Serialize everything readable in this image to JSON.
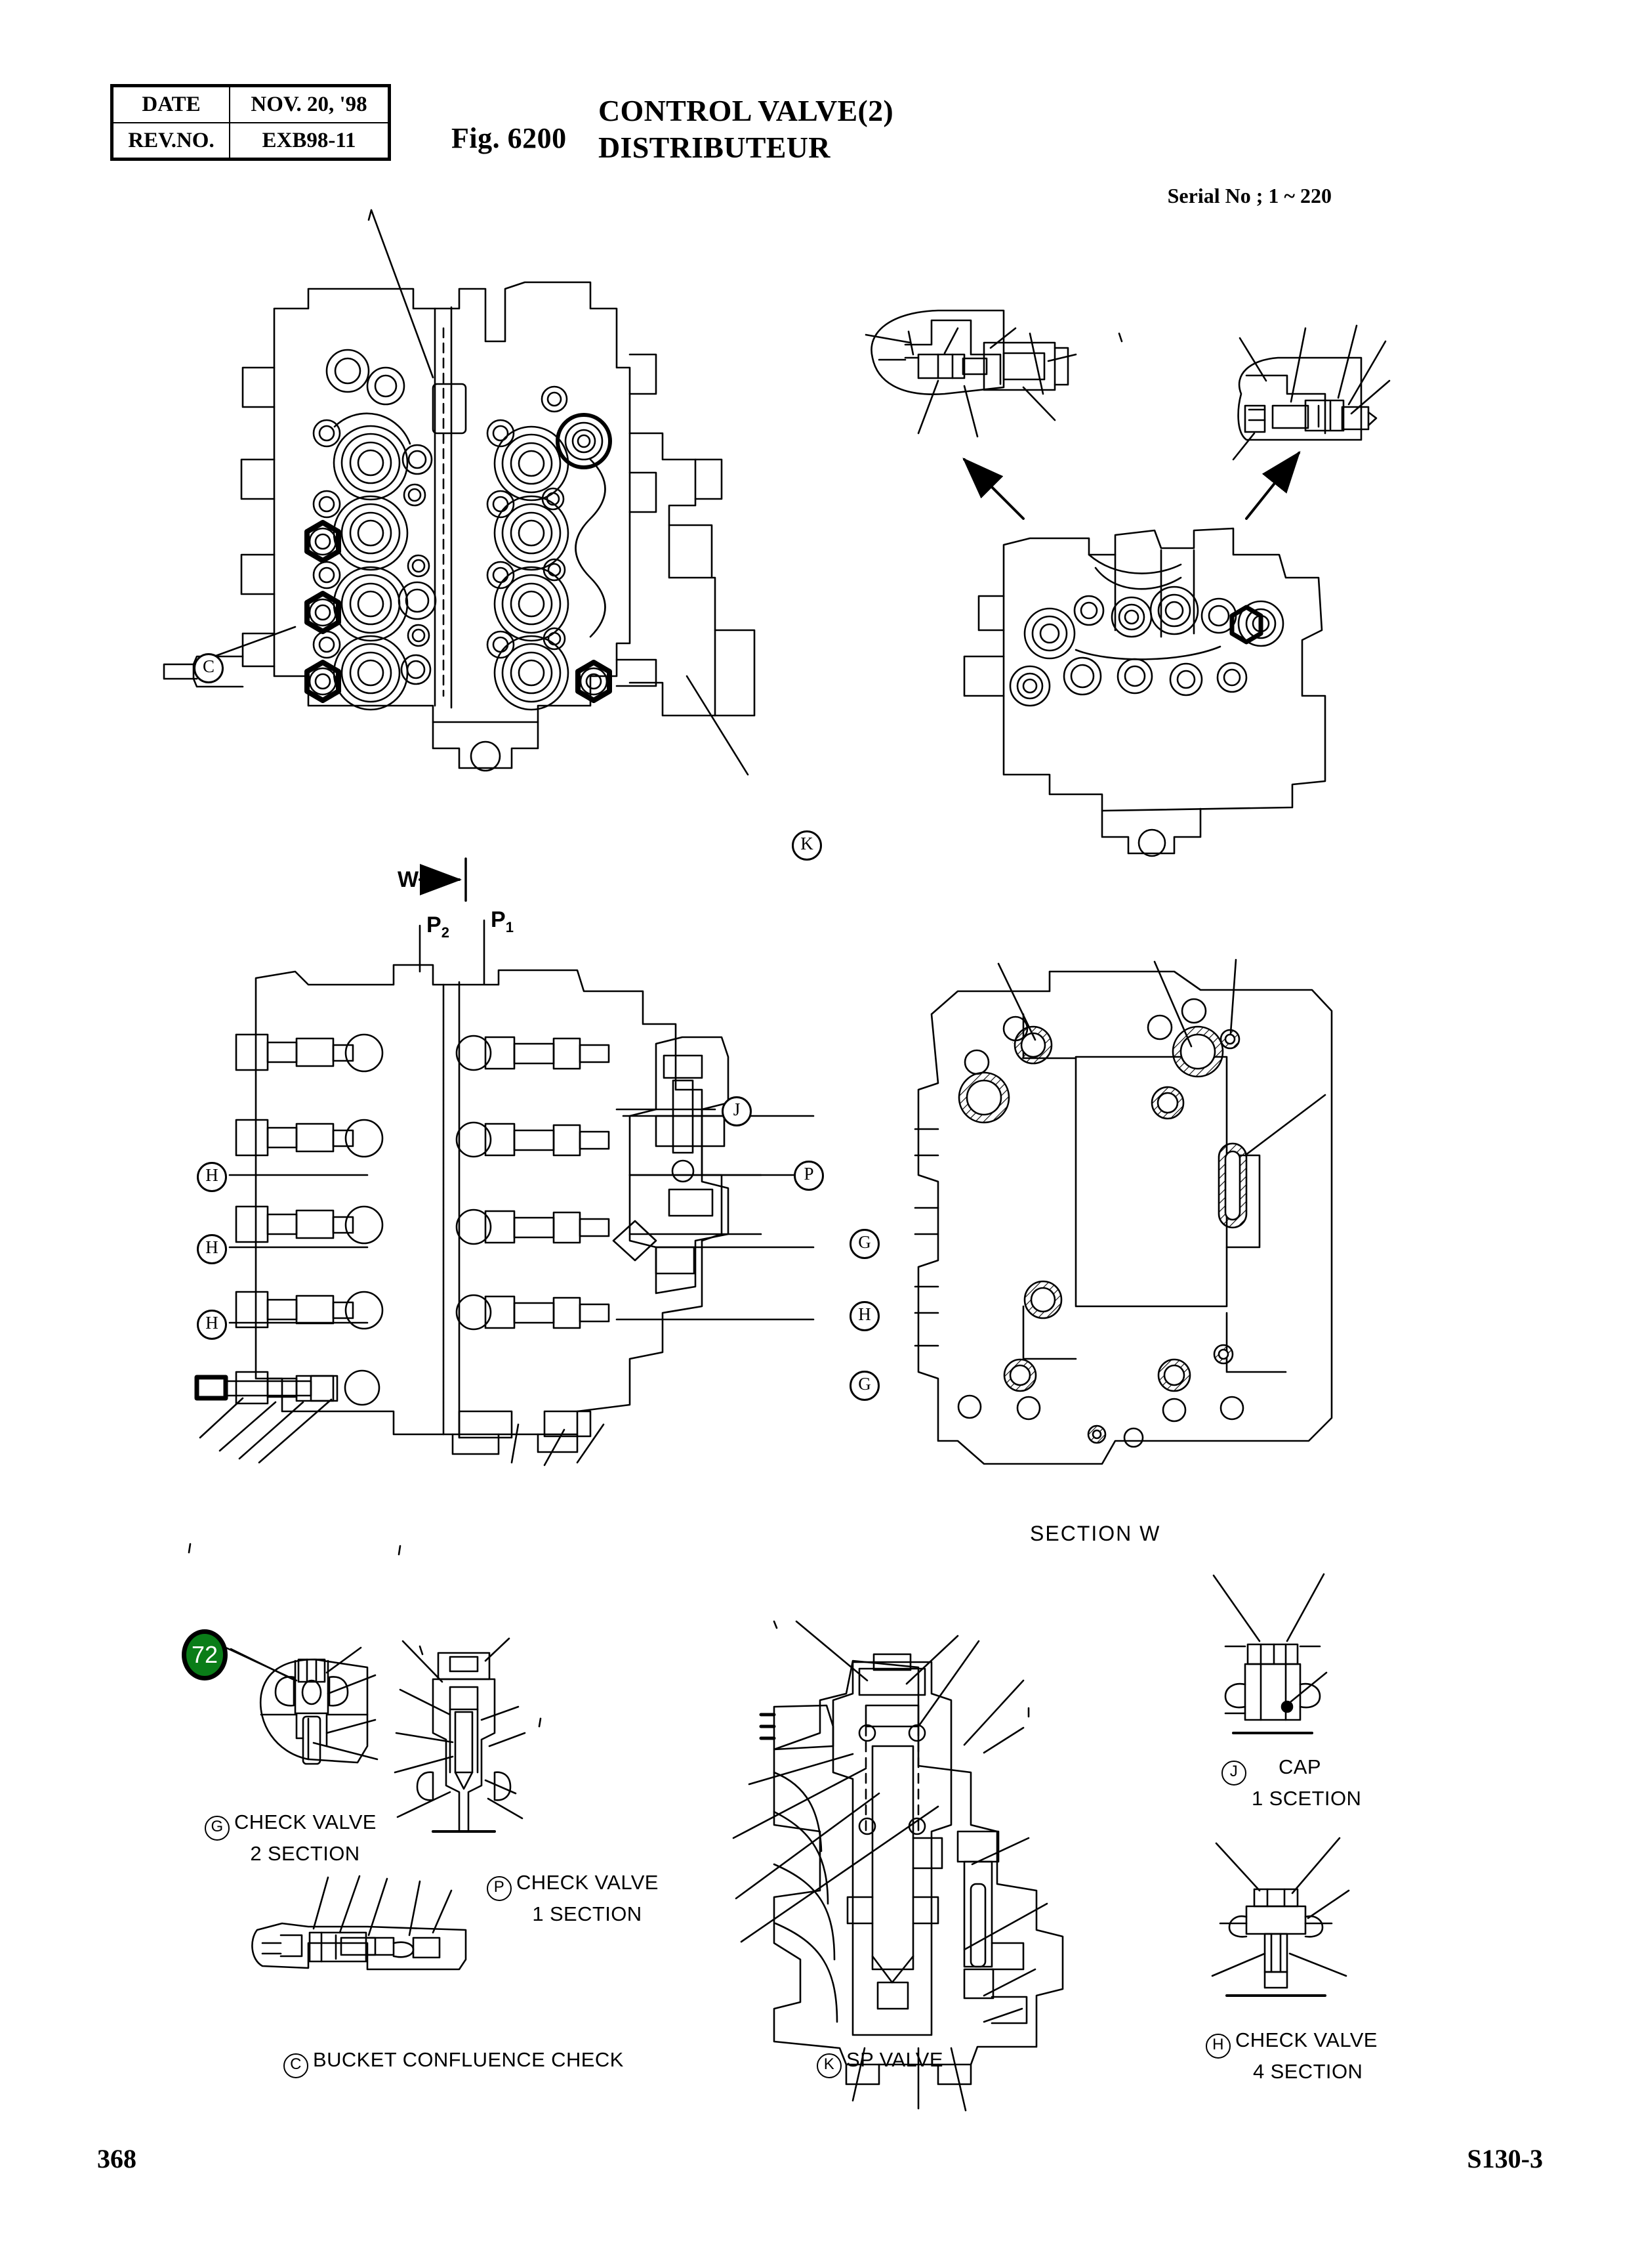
{
  "header": {
    "rows": [
      {
        "label": "DATE",
        "value": "NOV. 20, '98"
      },
      {
        "label": "REV.NO.",
        "value": "EXB98-11"
      }
    ],
    "fig_no": "Fig. 6200",
    "title_en": "CONTROL VALVE(2)",
    "title_fr": "DISTRIBUTEUR",
    "serial": "Serial No ; 1 ~ 220"
  },
  "footer": {
    "page": "368",
    "model": "S130-3"
  },
  "drawing": {
    "section_label": "SECTION  W",
    "view_cut_label": "W",
    "ports": [
      {
        "id": "P2",
        "label": "P",
        "sub": "2"
      },
      {
        "id": "P1",
        "label": "P",
        "sub": "1"
      }
    ],
    "callouts": [
      {
        "ref": "C",
        "name": "callout-c-main-view"
      },
      {
        "ref": "K",
        "name": "callout-k-main-view"
      },
      {
        "ref": "H",
        "name": "callout-h-left-1"
      },
      {
        "ref": "H",
        "name": "callout-h-left-2"
      },
      {
        "ref": "H",
        "name": "callout-h-left-3"
      },
      {
        "ref": "J",
        "name": "callout-j-right"
      },
      {
        "ref": "P",
        "name": "callout-p-right"
      },
      {
        "ref": "G",
        "name": "callout-g-right-1"
      },
      {
        "ref": "H",
        "name": "callout-h-right"
      },
      {
        "ref": "G",
        "name": "callout-g-right-2"
      }
    ],
    "balloon": {
      "number": "72",
      "fill": "#0a7d18",
      "outline": "#000000",
      "text_color": "#ffffff"
    }
  },
  "detail_captions": [
    {
      "name": "detail-check-valve-2-section",
      "ref": "G",
      "line1": "CHECK VALVE",
      "line2": "2 SECTION"
    },
    {
      "name": "detail-check-valve-1-section",
      "ref": "P",
      "line1": "CHECK VALVE",
      "line2": "1 SECTION"
    },
    {
      "name": "detail-cap-1-section",
      "ref": "J",
      "line1": "CAP",
      "line2": "1 SCETION"
    },
    {
      "name": "detail-bucket-confluence",
      "ref": "C",
      "line1": "BUCKET CONFLUENCE CHECK",
      "line2": ""
    },
    {
      "name": "detail-sp-valve",
      "ref": "K",
      "line1": "SP VALVE",
      "line2": ""
    },
    {
      "name": "detail-check-valve-4-section",
      "ref": "H",
      "line1": "CHECK VALVE",
      "line2": "4 SECTION"
    }
  ],
  "colors": {
    "line": "#000000",
    "page_bg": "#ffffff",
    "balloon_green": "#0a7d18"
  }
}
